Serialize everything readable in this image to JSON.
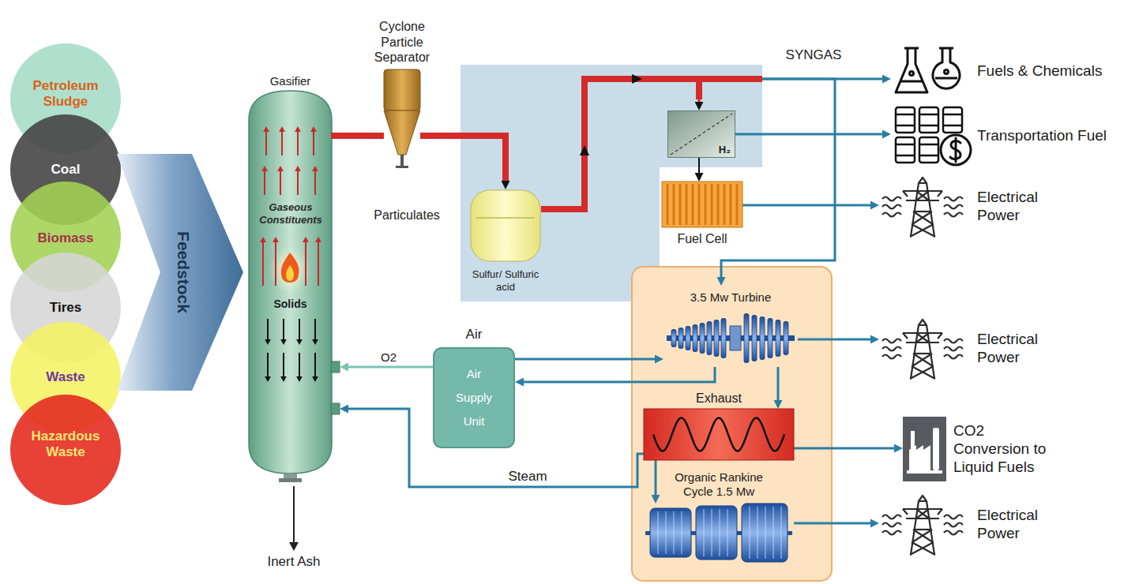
{
  "diagram": {
    "nodes": [
      {
        "text": [
          "Petroleum Sludge"
        ]
      },
      {
        "text": [
          "Coal"
        ]
      },
      {
        "text": [
          "Biomass"
        ]
      },
      {
        "text": [
          "Tires"
        ]
      },
      {
        "text": [
          "Waste"
        ]
      },
      {
        "text": [
          "Hazardous Waste"
        ]
      },
      {
        "text": [
          "Feedstock"
        ]
      },
      {
        "text": [
          "Gasifier",
          "Gaseous Constituents",
          "Solids"
        ]
      },
      {
        "text": [
          "Cyclone Particle Separator"
        ]
      },
      {
        "text": [
          "Sulfur/ Sulfuric acid"
        ]
      },
      {
        "text": [
          "H₂"
        ]
      },
      {
        "text": [
          "Fuel Cell"
        ]
      },
      {
        "text": [
          "Air",
          "Air Supply Unit"
        ]
      },
      {
        "text": [
          "3.5 Mw Turbine"
        ]
      },
      {
        "text": [
          "Exhaust"
        ]
      },
      {
        "text": [
          "Organic Rankine Cycle 1.5 Mw"
        ]
      },
      {
        "text": [
          "Fuels & Chemicals"
        ]
      },
      {
        "text": [
          "Transportation Fuel"
        ]
      },
      {
        "text": [
          "Electrical Power"
        ]
      },
      {
        "text": [
          "Electrical Power"
        ]
      },
      {
        "text": [
          "CO2 Conversion to Liquid Fuels"
        ]
      },
      {
        "text": [
          "Electrical Power"
        ]
      }
    ],
    "edges": [
      {
        "from": 7,
        "to": 8,
        "arrow": "none"
      },
      {
        "from": 8,
        "to": 9,
        "arrow": "to"
      },
      {
        "from": 9,
        "to": 16,
        "arrow": "to"
      },
      {
        "from": 9,
        "to": 10,
        "arrow": "to"
      },
      {
        "from": 9,
        "to": 13,
        "arrow": "to"
      },
      {
        "from": 10,
        "to": 17,
        "arrow": "to"
      },
      {
        "from": 10,
        "to": 11,
        "arrow": "to"
      },
      {
        "from": 11,
        "to": 18,
        "arrow": "to"
      },
      {
        "from": 12,
        "to": 7,
        "label": "O2",
        "arrow": "to"
      },
      {
        "from": 12,
        "to": 13,
        "arrow": "to"
      },
      {
        "from": 13,
        "to": 12,
        "arrow": "to"
      },
      {
        "from": 13,
        "to": 19,
        "arrow": "to"
      },
      {
        "from": 13,
        "to": 14,
        "arrow": "to"
      },
      {
        "from": 14,
        "to": 20,
        "arrow": "to"
      },
      {
        "from": 14,
        "to": 15,
        "arrow": "to"
      },
      {
        "from": 15,
        "to": 21,
        "arrow": "to"
      },
      {
        "from": 14,
        "to": 7,
        "label": "Steam",
        "arrow": "to"
      }
    ],
    "labels": [
      "SYNGAS",
      "Particulates",
      "Inert Ash"
    ]
  }
}
